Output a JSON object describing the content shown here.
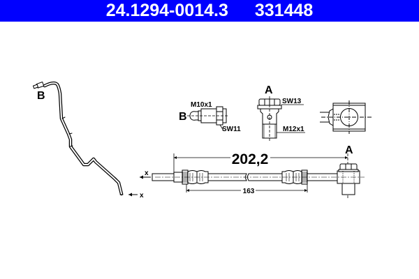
{
  "header": {
    "part_number": "24.1294-0014.3",
    "reference_number": "331448",
    "background_color": "#0000ff",
    "text_color": "#ffffff"
  },
  "diagram": {
    "routing_view": {
      "end_label": "B",
      "exit_marker": "x"
    },
    "fitting_b": {
      "label": "B",
      "thread": "M10x1",
      "wrench_size": "SW11"
    },
    "fitting_a": {
      "label": "A",
      "wrench_size": "SW13",
      "thread": "M12x1"
    },
    "hose_side_view": {
      "overall_length": "202,2",
      "hose_length": "163",
      "end_label": "A",
      "exit_marker": "x"
    }
  }
}
